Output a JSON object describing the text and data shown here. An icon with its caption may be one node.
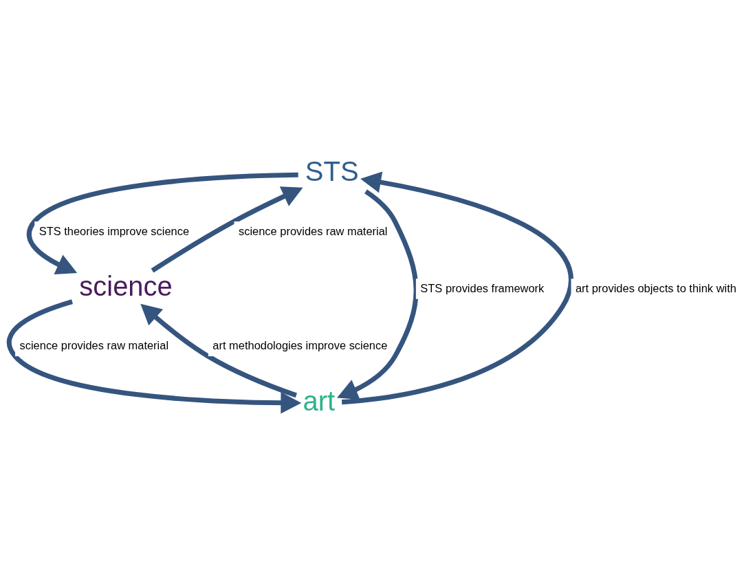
{
  "diagram": {
    "nodes": [
      {
        "text": [
          "STS"
        ]
      },
      {
        "text": [
          "science"
        ]
      },
      {
        "text": [
          "art"
        ]
      }
    ],
    "edges": [
      {
        "from": 1,
        "to": 0,
        "arrow": "to",
        "label": "science provides raw material"
      },
      {
        "from": 0,
        "to": 1,
        "arrow": "to",
        "label": "STS theories improve science"
      },
      {
        "from": 2,
        "to": 0,
        "arrow": "to",
        "label": "art provides objects to think with"
      },
      {
        "from": 0,
        "to": 2,
        "arrow": "to",
        "label": "STS provides framework"
      },
      {
        "from": 2,
        "to": 1,
        "arrow": "to",
        "label": "art methodologies improve science"
      },
      {
        "from": 1,
        "to": 2,
        "arrow": "to",
        "label": "science provides raw material"
      }
    ]
  }
}
